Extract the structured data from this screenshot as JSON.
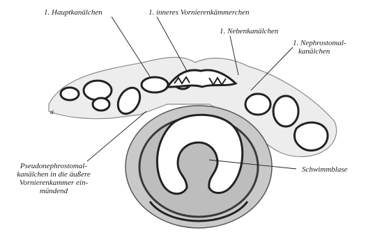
{
  "labels": {
    "hauptkanaelchen": "1. Hauptkanälchen",
    "inneres_vornierenkaemmerchen": "1. inneres Vornierenkämmerchen",
    "nebenkanaelchen": "1. Nebenkanälchen",
    "nephrostomal": [
      "1. Nephrostomal-",
      "kanälchen"
    ],
    "pseudonephrostomal": [
      "Pseudonephrostomal-",
      "kanälchen in die äußere",
      "Vornierenkammer ein-",
      "mündend"
    ],
    "schwimmblase": "Schwimmblase",
    "side_mark": "a"
  },
  "colors": {
    "ink": "#1b1b1b",
    "tissue_fill": "#c9c9c9",
    "tissue_stroke": "#555555",
    "tubule_dark": "#222222",
    "lumen": "#ffffff"
  }
}
